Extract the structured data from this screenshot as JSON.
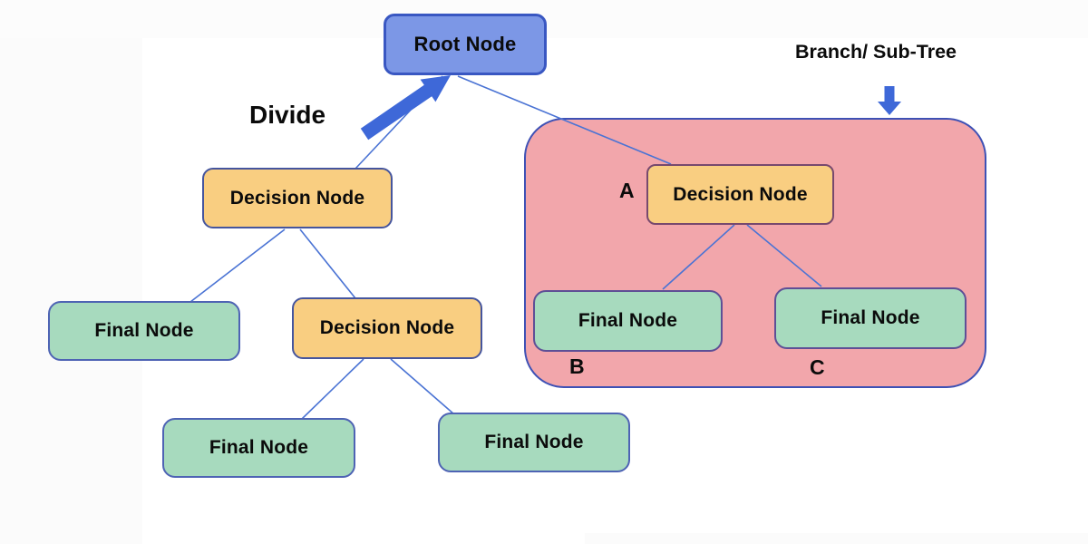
{
  "labels": {
    "divide": "Divide",
    "branch_subtree": "Branch/ Sub-Tree",
    "a": "A",
    "b": "B",
    "c": "C"
  },
  "nodes": {
    "root": {
      "label": "Root Node"
    },
    "decision_left": {
      "label": "Decision Node"
    },
    "decision_mid": {
      "label": "Decision Node"
    },
    "decision_sub": {
      "label": "Decision Node"
    },
    "final_left": {
      "label": "Final Node"
    },
    "final_bottom_left": {
      "label": "Final Node"
    },
    "final_bottom_mid": {
      "label": "Final Node"
    },
    "final_sub_b": {
      "label": "Final Node"
    },
    "final_sub_c": {
      "label": "Final Node"
    }
  },
  "edges": [
    [
      "root",
      "decision_left"
    ],
    [
      "root",
      "decision_sub"
    ],
    [
      "decision_left",
      "final_left"
    ],
    [
      "decision_left",
      "decision_mid"
    ],
    [
      "decision_mid",
      "final_bottom_left"
    ],
    [
      "decision_mid",
      "final_bottom_mid"
    ],
    [
      "decision_sub",
      "final_sub_b"
    ],
    [
      "decision_sub",
      "final_sub_c"
    ]
  ],
  "icons": {
    "divide_arrow": "thick-blue-arrow-pointing-up-right-at-root",
    "branch_arrow": "blue-arrow-pointing-down-at-subtree"
  },
  "colors": {
    "root_fill": "#7c97e6",
    "root_border": "#3957c2",
    "decision_fill": "#f9ce81",
    "decision_border": "#45559e",
    "decision_border_sub": "#77496e",
    "final_fill": "#a7dabe",
    "final_border": "#4e63b4",
    "final_border_sub": "#5e4f96",
    "subtree_fill": "#f2a6ab",
    "subtree_border": "#3e51b5",
    "edge": "#4a73d4",
    "arrow": "#3e68d8",
    "text": "#0b0b0b",
    "background": "#ffffff"
  }
}
